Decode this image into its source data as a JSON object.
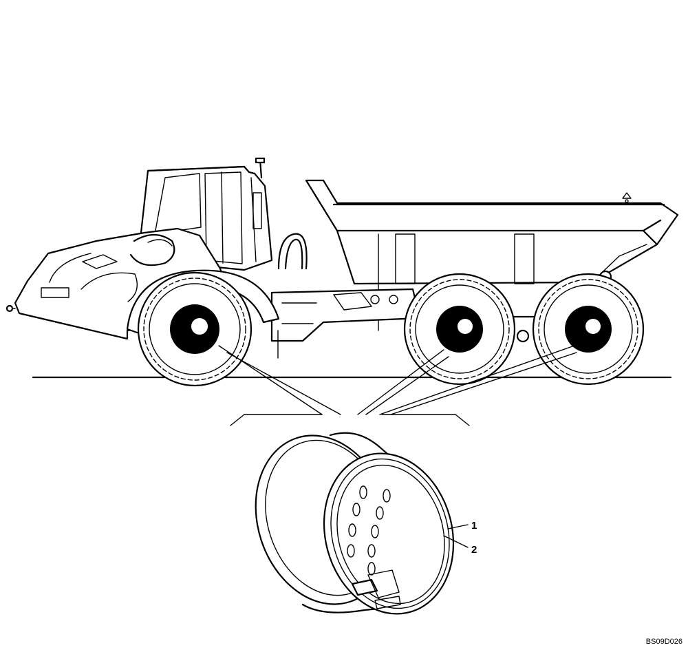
{
  "callouts": [
    {
      "id": "1",
      "label": "1"
    },
    {
      "id": "2",
      "label": "2"
    }
  ],
  "figure_code": "BS09D026"
}
